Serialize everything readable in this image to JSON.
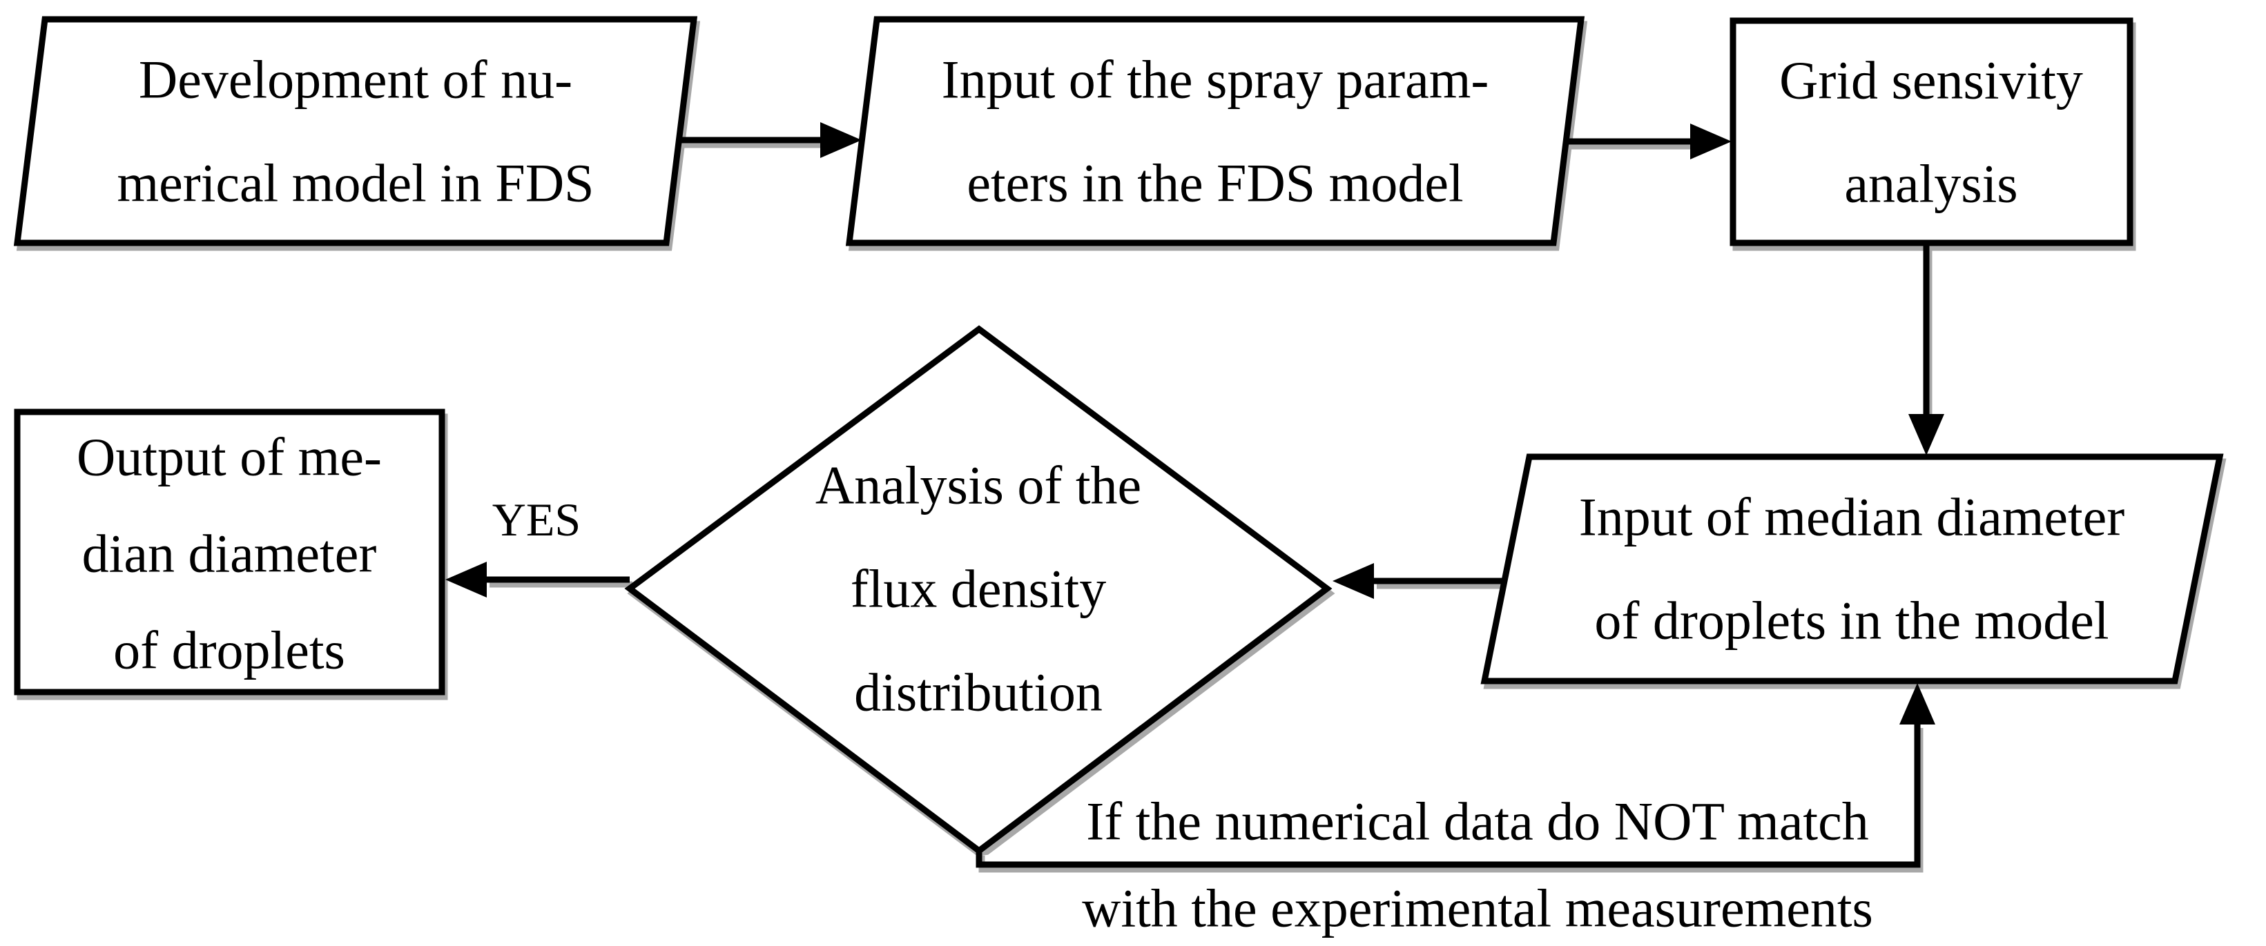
{
  "flow": {
    "background_color": "#ffffff",
    "line_color": "#000000",
    "text_color": "#000000",
    "nodes": {
      "develop": {
        "shape": "parallelogram",
        "lines": [
          "Development of nu-",
          "merical model in FDS"
        ]
      },
      "spray_params": {
        "shape": "parallelogram",
        "lines": [
          "Input of the spray param-",
          "eters in the FDS model"
        ]
      },
      "grid_sensitivity": {
        "shape": "rectangle",
        "lines": [
          "Grid sensivity",
          "analysis"
        ]
      },
      "median_input": {
        "shape": "parallelogram",
        "lines": [
          "Input of median diameter",
          "of droplets in the model"
        ]
      },
      "flux_analysis": {
        "shape": "diamond",
        "lines": [
          "Analysis of the",
          "flux density",
          "distribution"
        ]
      },
      "median_output": {
        "shape": "rectangle",
        "lines": [
          "Output of me-",
          "dian diameter",
          "of droplets"
        ]
      }
    },
    "edges": [
      {
        "from": "develop",
        "to": "spray_params",
        "label": ""
      },
      {
        "from": "spray_params",
        "to": "grid_sensitivity",
        "label": ""
      },
      {
        "from": "grid_sensitivity",
        "to": "median_input",
        "label": ""
      },
      {
        "from": "median_input",
        "to": "flux_analysis",
        "label": ""
      },
      {
        "from": "flux_analysis",
        "to": "median_output",
        "label": "YES"
      },
      {
        "from": "flux_analysis",
        "to": "median_input",
        "label": "If the numerical data do NOT match with the experimental measurements"
      }
    ],
    "labels": {
      "yes": "YES",
      "no_match_line1": "If the numerical data do NOT match",
      "no_match_line2": "with the experimental measurements"
    }
  }
}
